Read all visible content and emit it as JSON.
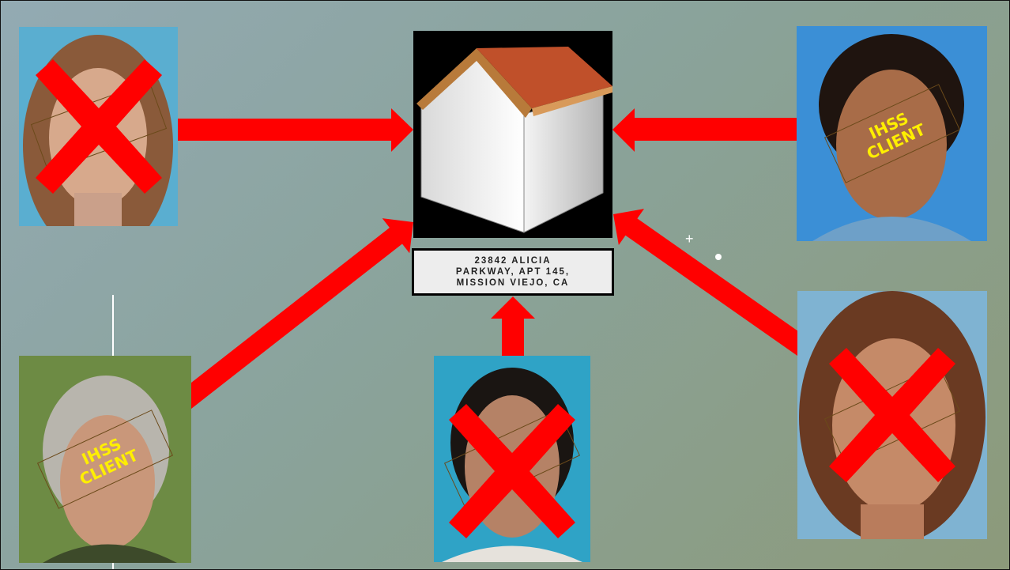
{
  "address": {
    "line1": "23842 ALICIA",
    "line2": "PARKWAY, APT 145,",
    "line3": "MISSION VIEJO, CA"
  },
  "photos": {
    "top_left": {
      "stamp_line1": "",
      "stamp_line2": "",
      "crossed_out": true
    },
    "top_right": {
      "stamp_line1": "IHSS",
      "stamp_line2": "CLIENT",
      "crossed_out": false
    },
    "bottom_left": {
      "stamp_line1": "IHSS",
      "stamp_line2": "CLIENT",
      "crossed_out": false
    },
    "bottom_center": {
      "stamp_line1": "",
      "stamp_line2": "",
      "crossed_out": true
    },
    "bottom_right": {
      "stamp_line1": "",
      "stamp_line2": "",
      "crossed_out": true
    }
  },
  "colors": {
    "arrow": "#ff0000",
    "x_mark": "#ff0000",
    "stamp_text": "#ffef00",
    "roof": "#c0502a",
    "house_bg": "#000000"
  }
}
